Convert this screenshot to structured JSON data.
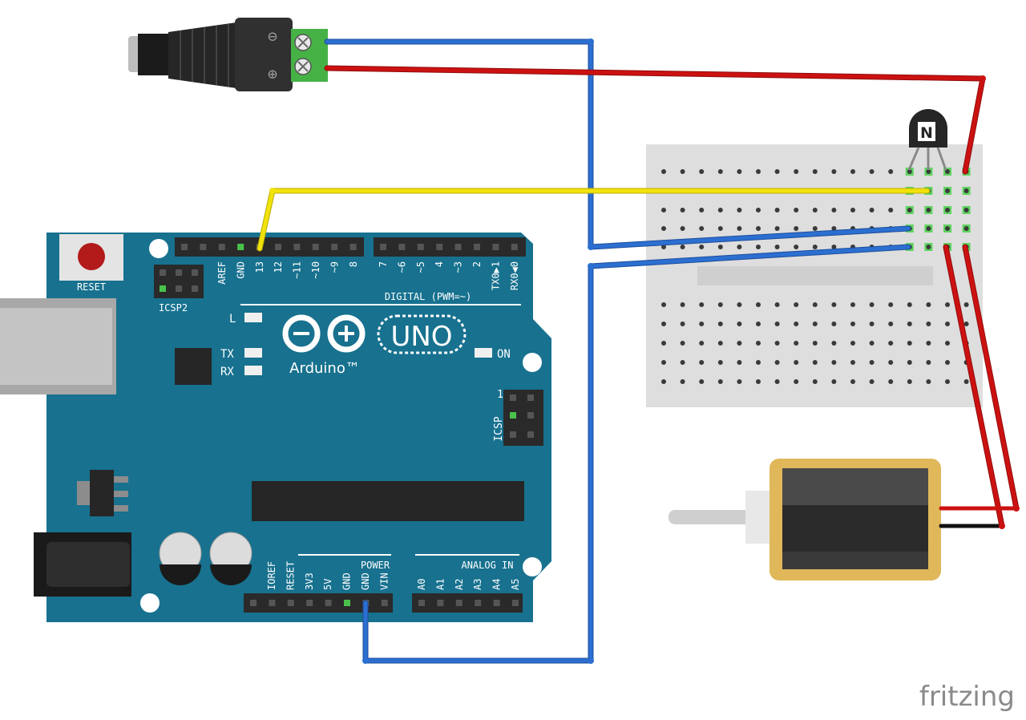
{
  "diagram": {
    "arduino": {
      "reset_label": "RESET",
      "icsp2_label": "ICSP2",
      "icsp_label": "ICSP",
      "icsp_pin1": "1",
      "digital_title": "DIGITAL (PWM=~)",
      "digital_pins": [
        "AREF",
        "GND",
        "13",
        "12",
        "~11",
        "~10",
        "~9",
        "8",
        "7",
        "~6",
        "~5",
        "4",
        "~3",
        "2",
        "TX0▶1",
        "RX0◀0"
      ],
      "led_l": "L",
      "led_tx": "TX",
      "led_rx": "RX",
      "led_on": "ON",
      "logo_symbols": "−  +",
      "uno_text": "UNO",
      "brand_text": "Arduino™",
      "power_title": "POWER",
      "power_pins": [
        "IOREF",
        "RESET",
        "3V3",
        "5V",
        "GND",
        "GND",
        "VIN"
      ],
      "analog_title": "ANALOG IN",
      "analog_pins": [
        "A0",
        "A1",
        "A2",
        "A3",
        "A4",
        "A5"
      ]
    },
    "dc_jack": {
      "minus": "⊖",
      "plus": "⊕"
    },
    "transistor": {
      "type_label": "N"
    },
    "watermark": "fritzing",
    "colors": {
      "board": "#17718f",
      "wire_blue": "#2c6fd1",
      "wire_red": "#cc1111",
      "wire_yellow": "#f1e20c",
      "breadboard": "#dedede",
      "terminal_green": "#46b246",
      "solenoid_frame": "#e0b85a"
    }
  }
}
